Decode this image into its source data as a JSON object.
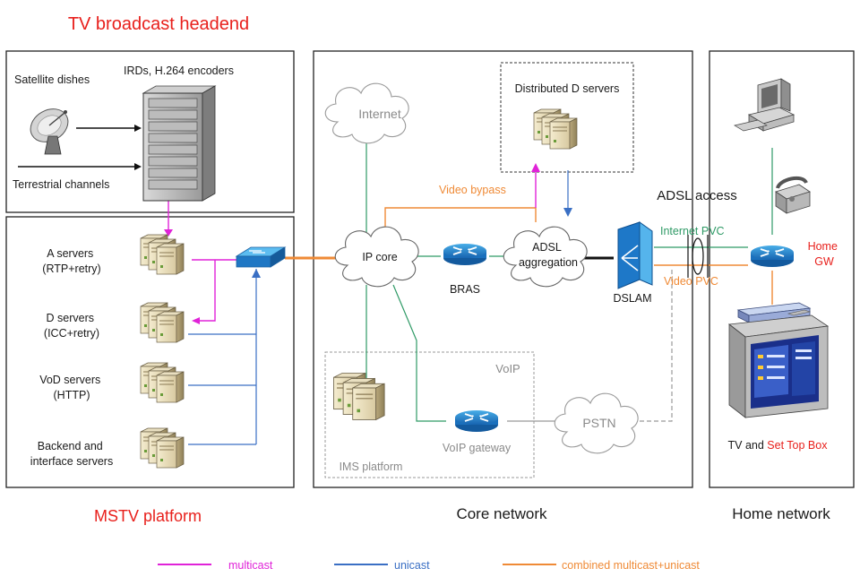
{
  "colors": {
    "red": "#e8201c",
    "multicast": "#e023d8",
    "unicast": "#3a6fc4",
    "combined": "#ef8a36",
    "internal": "#2f9a66",
    "text": "#1a1a1a",
    "grey": "#8a8a8a"
  },
  "headend": {
    "title": "TV broadcast headend",
    "satellite": "Satellite dishes",
    "terrestrial": "Terrestrial channels",
    "encoders": "IRDs, H.264 encoders"
  },
  "mstv": {
    "title": "MSTV platform",
    "a_servers": [
      "A servers",
      "(RTP+retry)"
    ],
    "d_servers": [
      "D servers",
      "(ICC+retry)"
    ],
    "vod_servers": [
      "VoD servers",
      "(HTTP)"
    ],
    "backend": [
      "Backend and",
      "interface servers"
    ]
  },
  "core": {
    "title": "Core network",
    "internet": "Internet",
    "distributed": "Distributed D servers",
    "video_bypass": "Video bypass",
    "ip_core": "IP core",
    "bras": "BRAS",
    "adsl_aggregation": [
      "ADSL",
      "aggregation"
    ],
    "voip": "VoIP",
    "ims": "IMS platform",
    "voip_gateway": "VoIP gateway",
    "pstn": "PSTN"
  },
  "access": {
    "adsl_access": "ADSL access",
    "dslam": "DSLAM",
    "internet_pvc": "Internet PVC",
    "video_pvc": "Video PVC"
  },
  "home": {
    "title": "Home network",
    "home_gw": [
      "Home",
      "GW"
    ],
    "tv_prefix": "TV and ",
    "stb": "Set Top Box"
  },
  "legend": {
    "multicast": "multicast",
    "unicast": "unicast",
    "combined": "combined multicast+unicast"
  }
}
